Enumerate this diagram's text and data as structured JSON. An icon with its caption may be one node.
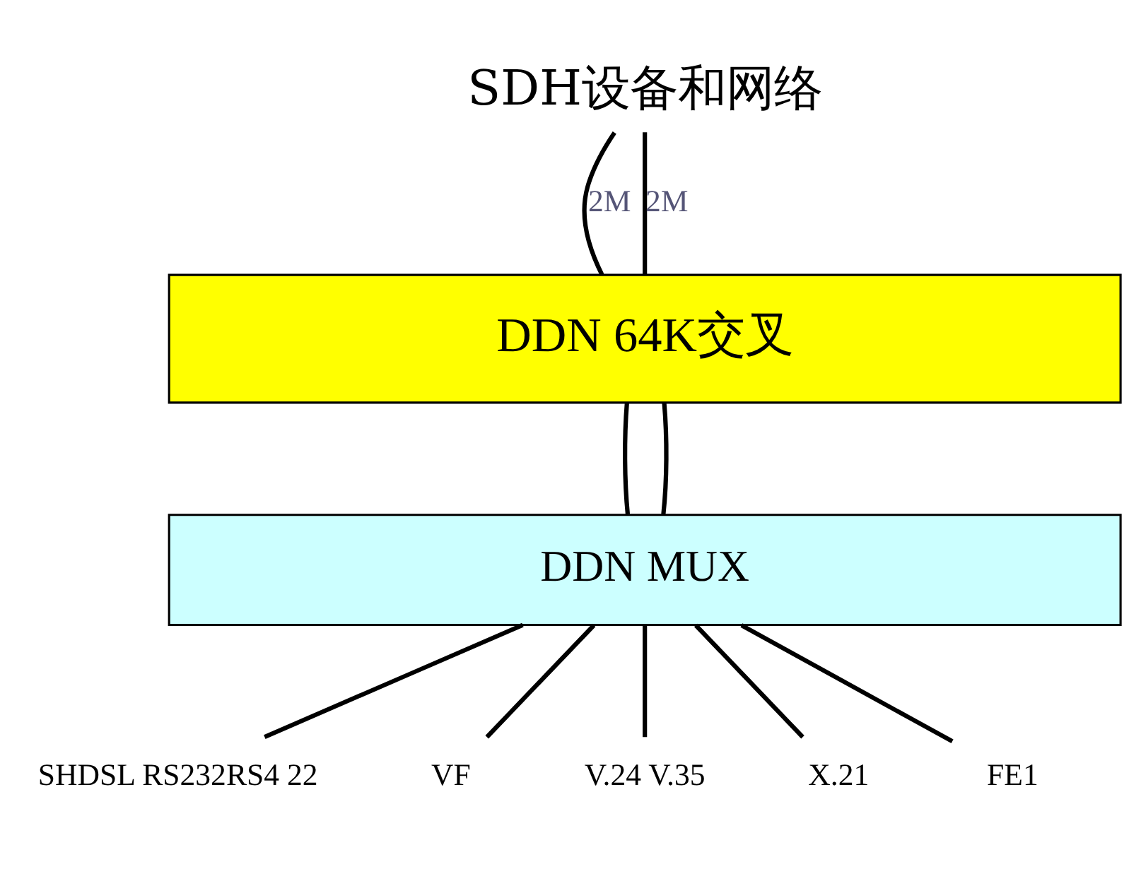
{
  "diagram": {
    "nodes": [
      {
        "text": [
          "SDH设备和网络"
        ]
      },
      {
        "text": [
          "DDN 64K交叉"
        ]
      },
      {
        "text": [
          "DDN MUX"
        ]
      },
      {
        "text": [
          "SHDSL RS232RS4 22"
        ]
      },
      {
        "text": [
          "VF"
        ]
      },
      {
        "text": [
          "V.24 V.35"
        ]
      },
      {
        "text": [
          "X.21"
        ]
      },
      {
        "text": [
          "FE1"
        ]
      }
    ],
    "edges": [
      {
        "from": 0,
        "to": 1,
        "arrow": "none",
        "label": "2M"
      },
      {
        "from": 0,
        "to": 1,
        "arrow": "none",
        "label": "2M"
      },
      {
        "from": 1,
        "to": 2,
        "arrow": "none"
      },
      {
        "from": 1,
        "to": 2,
        "arrow": "none"
      },
      {
        "from": 2,
        "to": 3,
        "arrow": "none"
      },
      {
        "from": 2,
        "to": 4,
        "arrow": "none"
      },
      {
        "from": 2,
        "to": 5,
        "arrow": "none"
      },
      {
        "from": 2,
        "to": 6,
        "arrow": "none"
      },
      {
        "from": 2,
        "to": 7,
        "arrow": "none"
      }
    ]
  }
}
